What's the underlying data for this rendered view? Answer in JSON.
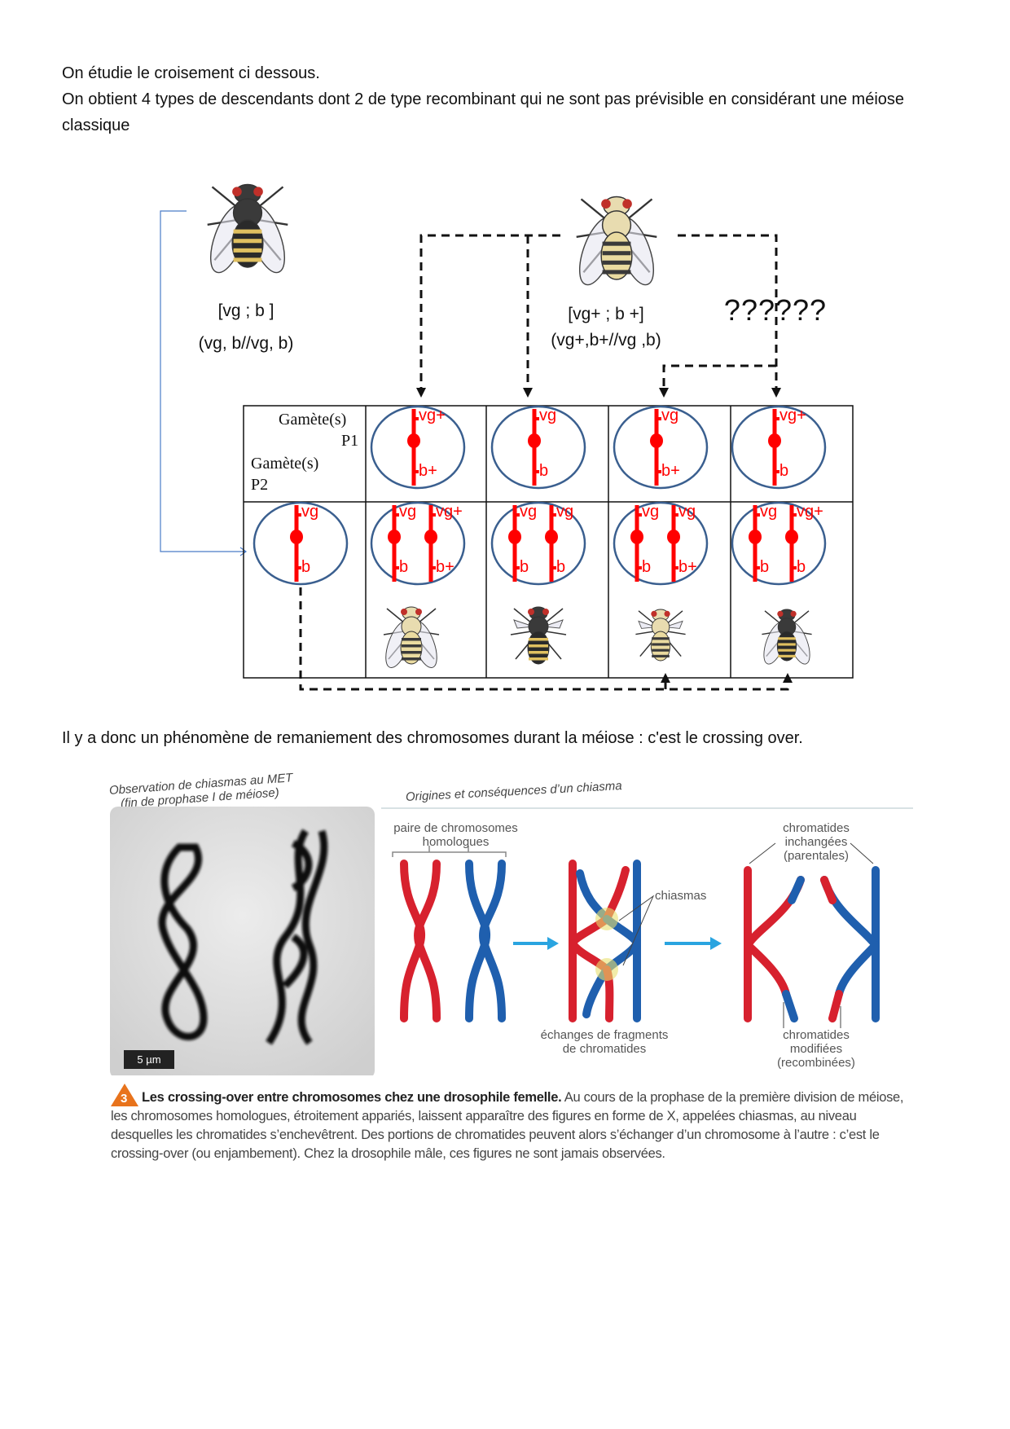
{
  "intro": {
    "line1": "On étudie le croisement ci dessous.",
    "line2": "On obtient 4 types de descendants dont 2 de type recombinant qui ne sont pas prévisible en considérant une méiose classique"
  },
  "parents": {
    "p2": {
      "phenotype": "[vg ; b ]",
      "genotype": "(vg, b//vg, b)"
    },
    "p1": {
      "phenotype": "[vg+ ; b +]",
      "genotype": "(vg+,b+//vg ,b)"
    },
    "unknown": "??????"
  },
  "table": {
    "header_p1": "Gamète(s)",
    "header_p1_sub": "P1",
    "header_p2": "Gamète(s)",
    "header_p2_sub": "P2",
    "p1_gametes": [
      {
        "top": "vg+",
        "bottom": "b+"
      },
      {
        "top": "vg",
        "bottom": "b"
      },
      {
        "top": "vg",
        "bottom": "b+"
      },
      {
        "top": "vg+",
        "bottom": "b"
      }
    ],
    "p2_gamete": {
      "top": "vg",
      "bottom": "b"
    },
    "offspring": [
      {
        "chr": [
          {
            "top": "vg",
            "bottom": "b"
          },
          {
            "top": "vg+",
            "bottom": "b+"
          }
        ],
        "body": "pale",
        "wings": "long"
      },
      {
        "chr": [
          {
            "top": "vg",
            "bottom": "b"
          },
          {
            "top": "vg",
            "bottom": "b"
          }
        ],
        "body": "dark",
        "wings": "short"
      },
      {
        "chr": [
          {
            "top": "vg",
            "bottom": "b"
          },
          {
            "top": "vg",
            "bottom": "b+"
          }
        ],
        "body": "pale",
        "wings": "short"
      },
      {
        "chr": [
          {
            "top": "vg",
            "bottom": "b"
          },
          {
            "top": "vg+",
            "bottom": "b"
          }
        ],
        "body": "dark",
        "wings": "long"
      }
    ]
  },
  "conclusion": "Il y a donc un phénomène de remaniement des chromosomes durant la méiose : c'est le crossing over.",
  "figure": {
    "left_title_1": "Observation de chiasmas au MET",
    "left_title_2": "(fin de prophase I de méiose)",
    "scale_bar": "5 µm",
    "right_title": "Origines et conséquences d’un chiasma",
    "label_pair_1": "paire de chromosomes",
    "label_pair_2": "homologues",
    "label_chiasmas": "chiasmas",
    "label_exchange_1": "échanges de fragments",
    "label_exchange_2": "de chromatides",
    "label_unchanged_1": "chromatides",
    "label_unchanged_2": "inchangées",
    "label_unchanged_3": "(parentales)",
    "label_modified_1": "chromatides",
    "label_modified_2": "modifiées",
    "label_modified_3": "(recombinées)",
    "caption_number": "3",
    "caption_bold": "Les crossing-over entre chromosomes chez une drosophile femelle.",
    "caption_text": " Au cours de la prophase de la première division de méiose, les chromosomes homologues, étroitement appariés, laissent apparaître des figures en forme de X, appelées chiasmas, au niveau desquelles les chromatides s’enchevêtrent. Des portions de chromatides peuvent alors s’échanger d’un chromosome à l’autre : c’est le crossing-over (ou enjambement). Chez la drosophile mâle, ces figures ne sont jamais observées."
  },
  "colors": {
    "chromosome": "#ff0000",
    "circle": "#3a5f8f",
    "maternal": "#d7212e",
    "paternal": "#1f5fae",
    "arrow": "#2aa4e0",
    "badge": "#e8731c"
  }
}
